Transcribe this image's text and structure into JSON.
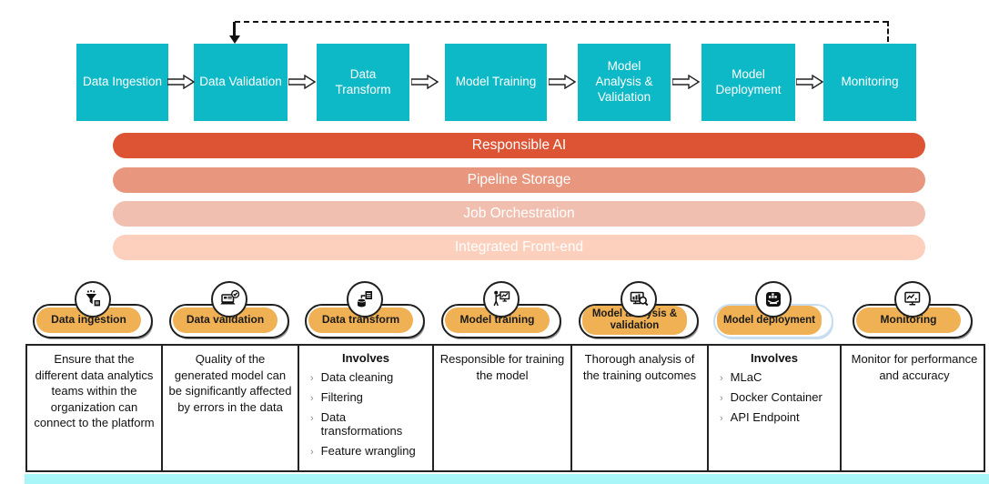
{
  "colors": {
    "stage_box": "#0db9c6",
    "pill_fill": "#f0b054",
    "deployment_pill_border": "#c9ddf0",
    "bottom_strip": "#a9f6f9"
  },
  "list_marker": "›",
  "flow": {
    "stages": [
      "Data Ingestion",
      "Data Validation",
      "Data Transform",
      "Model Training",
      "Model Analysis & Validation",
      "Model Deployment",
      "Monitoring"
    ]
  },
  "layers": [
    {
      "label": "Responsible AI",
      "color": "#dc5434"
    },
    {
      "label": "Pipeline Storage",
      "color": "#e9967e"
    },
    {
      "label": "Job Orchestration",
      "color": "#f1bfb0"
    },
    {
      "label": "Integrated Front-end",
      "color": "#fdd0bd"
    }
  ],
  "stages": [
    {
      "pill": "Data ingestion",
      "icon": "funnel-icon",
      "description": "Ensure that the different data analytics teams within the organization can connect to the platform"
    },
    {
      "pill": "Data validation",
      "icon": "laptop-check-icon",
      "description": "Quality of the generated model can be significantly affected by errors in the data"
    },
    {
      "pill": "Data transform",
      "icon": "database-transform-icon",
      "heading": "Involves",
      "items": [
        "Data cleaning",
        "Filtering",
        "Data transformations",
        "Feature wrangling"
      ]
    },
    {
      "pill": "Model training",
      "icon": "trainer-chart-icon",
      "description": "Responsible for training the model"
    },
    {
      "pill": "Model analysis & validation",
      "icon": "monitor-magnifier-icon",
      "description": "Thorough analysis of the training outcomes"
    },
    {
      "pill": "Model deployment",
      "icon": "docker-icon",
      "heading": "Involves",
      "items": [
        "MLaC",
        "Docker Container",
        "API Endpoint"
      ]
    },
    {
      "pill": "Monitoring",
      "icon": "monitor-chart-icon",
      "description": "Monitor for performance and accuracy"
    }
  ]
}
